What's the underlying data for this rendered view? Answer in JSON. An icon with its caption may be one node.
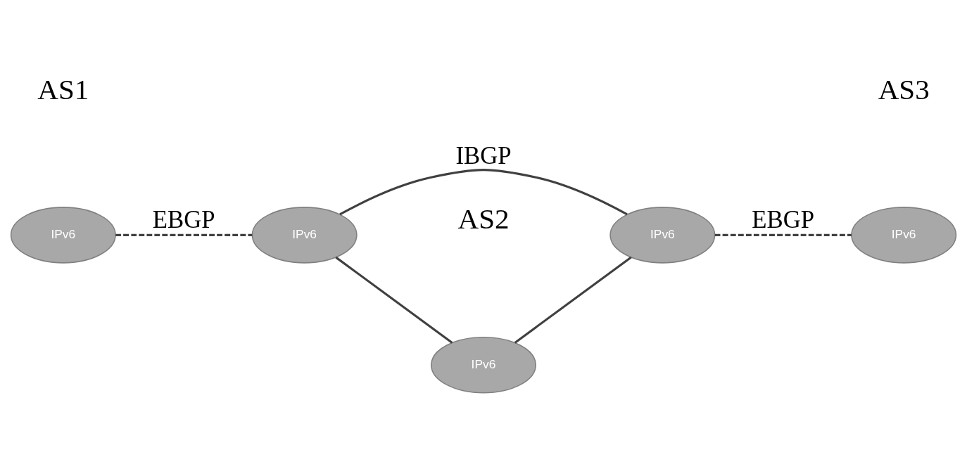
{
  "diagram": {
    "nodes": [
      {
        "text": [
          "IPv6"
        ]
      },
      {
        "text": [
          "IPv6"
        ]
      },
      {
        "text": [
          "IPv6"
        ]
      },
      {
        "text": [
          "IPv6"
        ]
      },
      {
        "text": [
          "IPv6"
        ]
      }
    ],
    "edges": [
      {
        "from": 0,
        "to": 1,
        "arrow": "none",
        "label": "EBGP",
        "style": "dashed"
      },
      {
        "from": 1,
        "to": 2,
        "arrow": "none",
        "label": "IBGP"
      },
      {
        "from": 1,
        "to": 3,
        "arrow": "none"
      },
      {
        "from": 3,
        "to": 2,
        "arrow": "none"
      },
      {
        "from": 2,
        "to": 4,
        "arrow": "none",
        "label": "EBGP",
        "style": "dashed"
      }
    ],
    "labels": [
      "AS1",
      "AS2",
      "AS3"
    ]
  }
}
